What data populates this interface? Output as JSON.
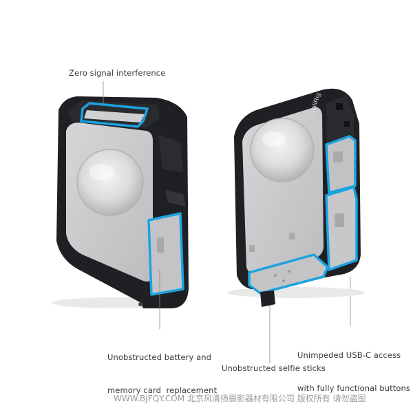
{
  "callouts": {
    "signal": "Zero signal interference",
    "battery_line1": "Unobstructed battery and",
    "battery_line2": "memory card  replacement",
    "usb_line1": "Unimpeded USB-C access",
    "usb_line2": "with fully functional buttons",
    "selfie": "Unobstructed selfie sticks"
  },
  "brand_text": "SmallRig",
  "watermark": "WWW.BJFQY.COM 北京风清扬摄影器材有限公司 版权所有 请勿盗图",
  "colors": {
    "accent": "#1aa3e0",
    "cage": "#1e1f22",
    "camera": "#c9c9cb",
    "text": "#3b3b3b"
  }
}
